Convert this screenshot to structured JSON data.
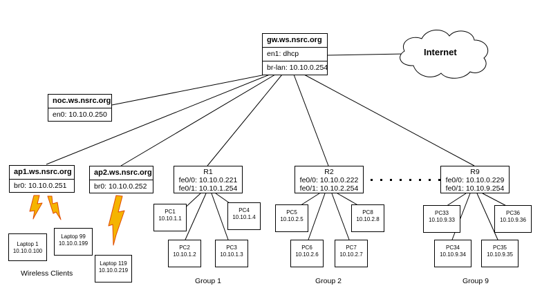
{
  "gateway": {
    "hostname": "gw.ws.nsrc.org",
    "if1": "en1: dhcp",
    "if2": "br-lan: 10.10.0.254"
  },
  "internet": {
    "label": "Internet"
  },
  "noc": {
    "hostname": "noc.ws.nsrc.org",
    "if1": "en0: 10.10.0.250"
  },
  "ap1": {
    "hostname": "ap1.ws.nsrc.org",
    "if1": "br0: 10.10.0.251"
  },
  "ap2": {
    "hostname": "ap2.ws.nsrc.org",
    "if1": "br0: 10.10.0.252"
  },
  "routers": [
    {
      "name": "R1",
      "if1": "fe0/0: 10.10.0.221",
      "if2": "fe0/1: 10.10.1.254"
    },
    {
      "name": "R2",
      "if1": "fe0/0: 10.10.0.222",
      "if2": "fe0/1: 10.10.2.254"
    },
    {
      "name": "R9",
      "if1": "fe0/0: 10.10.0.229",
      "if2": "fe0/1: 10.10.9.254"
    }
  ],
  "pcs": [
    {
      "name": "PC1",
      "ip": "10.10.1.1"
    },
    {
      "name": "PC2",
      "ip": "10.10.1.2"
    },
    {
      "name": "PC3",
      "ip": "10.10.1.3"
    },
    {
      "name": "PC4",
      "ip": "10.10.1.4"
    },
    {
      "name": "PC5",
      "ip": "10.10.2.5"
    },
    {
      "name": "PC6",
      "ip": "10.10.2.6"
    },
    {
      "name": "PC7",
      "ip": "10.10.2.7"
    },
    {
      "name": "PC8",
      "ip": "10.10.2.8"
    },
    {
      "name": "PC33",
      "ip": "10.10.9.33"
    },
    {
      "name": "PC34",
      "ip": "10.10.9.34"
    },
    {
      "name": "PC35",
      "ip": "10.10.9.35"
    },
    {
      "name": "PC36",
      "ip": "10.10.9.36"
    }
  ],
  "laptops": [
    {
      "name": "Laptop 1",
      "ip": "10.10.0.100"
    },
    {
      "name": "Laptop 99",
      "ip": "10.10.0.199"
    },
    {
      "name": "Laptop 119",
      "ip": "10.10.0.219"
    }
  ],
  "groups": {
    "wireless": "Wireless Clients",
    "g1": "Group 1",
    "g2": "Group 2",
    "g9": "Group 9"
  },
  "colors": {
    "line": "#000000",
    "lightning_fill": "#f5b400",
    "lightning_stroke": "#e04a00"
  }
}
